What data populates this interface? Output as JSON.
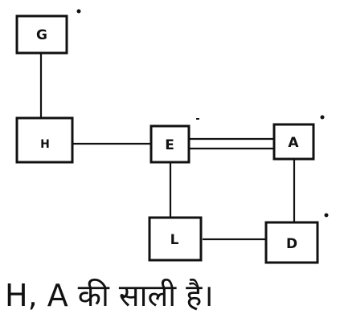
{
  "nodes": {
    "G": "G",
    "H": "H",
    "E": "E",
    "A": "A",
    "L": "L",
    "D": "D"
  },
  "edges": [
    {
      "from": "G",
      "to": "H",
      "kind": "single"
    },
    {
      "from": "H",
      "to": "E",
      "kind": "single"
    },
    {
      "from": "E",
      "to": "A",
      "kind": "double"
    },
    {
      "from": "E",
      "to": "L",
      "kind": "single"
    },
    {
      "from": "A",
      "to": "D",
      "kind": "single"
    },
    {
      "from": "L",
      "to": "D",
      "kind": "single"
    }
  ],
  "caption": "H, A की साली है।",
  "colors": {
    "ink": "#111111",
    "background": "#ffffff"
  }
}
